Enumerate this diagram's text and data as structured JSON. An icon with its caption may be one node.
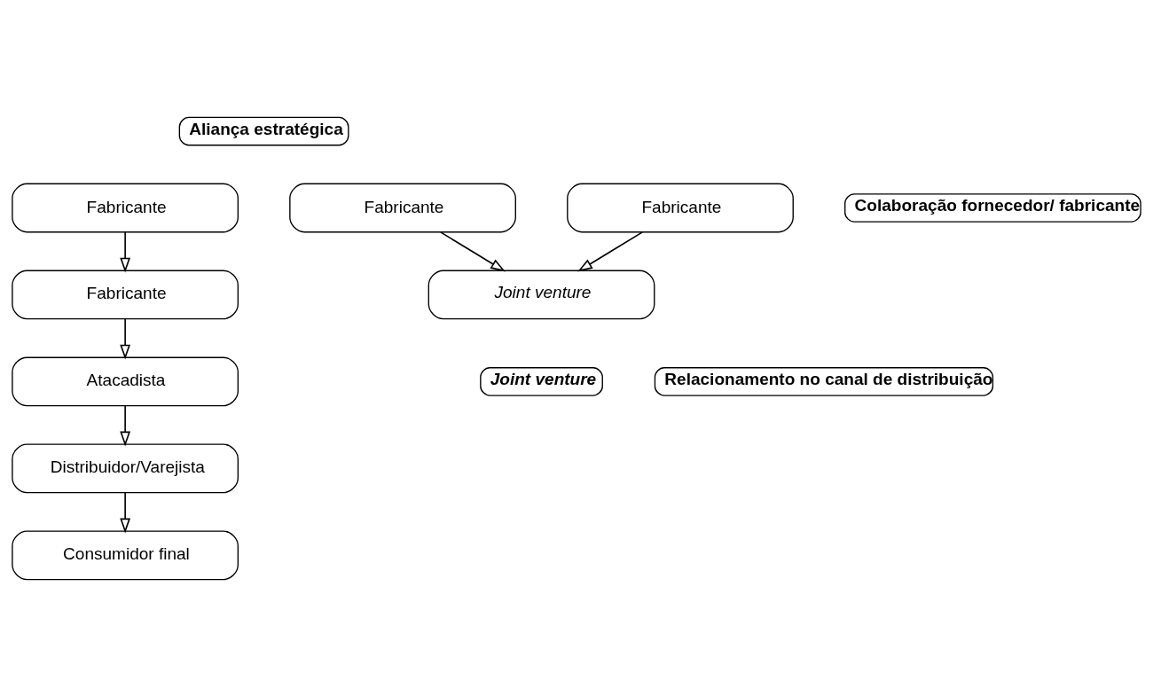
{
  "diagram": {
    "nodes": [
      {
        "text": [
          "Fabricante"
        ]
      },
      {
        "text": [
          "Fabricante"
        ]
      },
      {
        "text": [
          "Atacadista"
        ]
      },
      {
        "text": [
          "Distribuidor/Varejista"
        ]
      },
      {
        "text": [
          "Consumidor final"
        ]
      },
      {
        "text": [
          "Fabricante"
        ]
      },
      {
        "text": [
          "Fabricante"
        ]
      },
      {
        "text": [
          "Joint venture"
        ]
      }
    ],
    "edges": [
      {
        "from": 0,
        "to": 1,
        "arrow": "to"
      },
      {
        "from": 1,
        "to": 2,
        "arrow": "to"
      },
      {
        "from": 2,
        "to": 3,
        "arrow": "to"
      },
      {
        "from": 3,
        "to": 4,
        "arrow": "to"
      },
      {
        "from": 5,
        "to": 7,
        "arrow": "to"
      },
      {
        "from": 6,
        "to": 7,
        "arrow": "to"
      }
    ],
    "labels": [
      "Aliança estratégica",
      "Colaboração fornecedor/ fabricante",
      "Relacionamento no canal de distribuição",
      "Joint venture"
    ]
  }
}
